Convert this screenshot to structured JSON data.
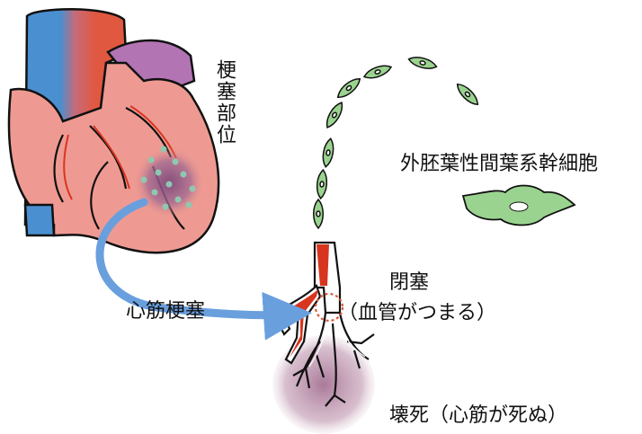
{
  "labels": {
    "infarct_site": "梗塞部位",
    "msc": "外胚葉性間葉系幹細胞",
    "mi": "心筋梗塞",
    "occlusion_title": "閉塞",
    "occlusion_note": "（血管がつまる）",
    "necrosis": "壊死（心筋が死ぬ）"
  },
  "colors": {
    "heart_body": "#ee9a92",
    "aorta_blue": "#4a8fd0",
    "aorta_red": "#e0583f",
    "pulmonary_purple": "#b374b4",
    "artery_red": "#d8351f",
    "stem_cell": "#9ad38f",
    "stem_cell_dots": "#8fc8b0",
    "infarct_purple": "#7e4a7a",
    "arrow_blue": "#6a9fde",
    "occlusion_circle": "#d65a3a"
  },
  "icons": [
    "heart-illustration",
    "artery-illustration",
    "stem-cell-icon",
    "arrow-icon",
    "occlusion-circle-icon",
    "necrosis-zone-icon"
  ]
}
